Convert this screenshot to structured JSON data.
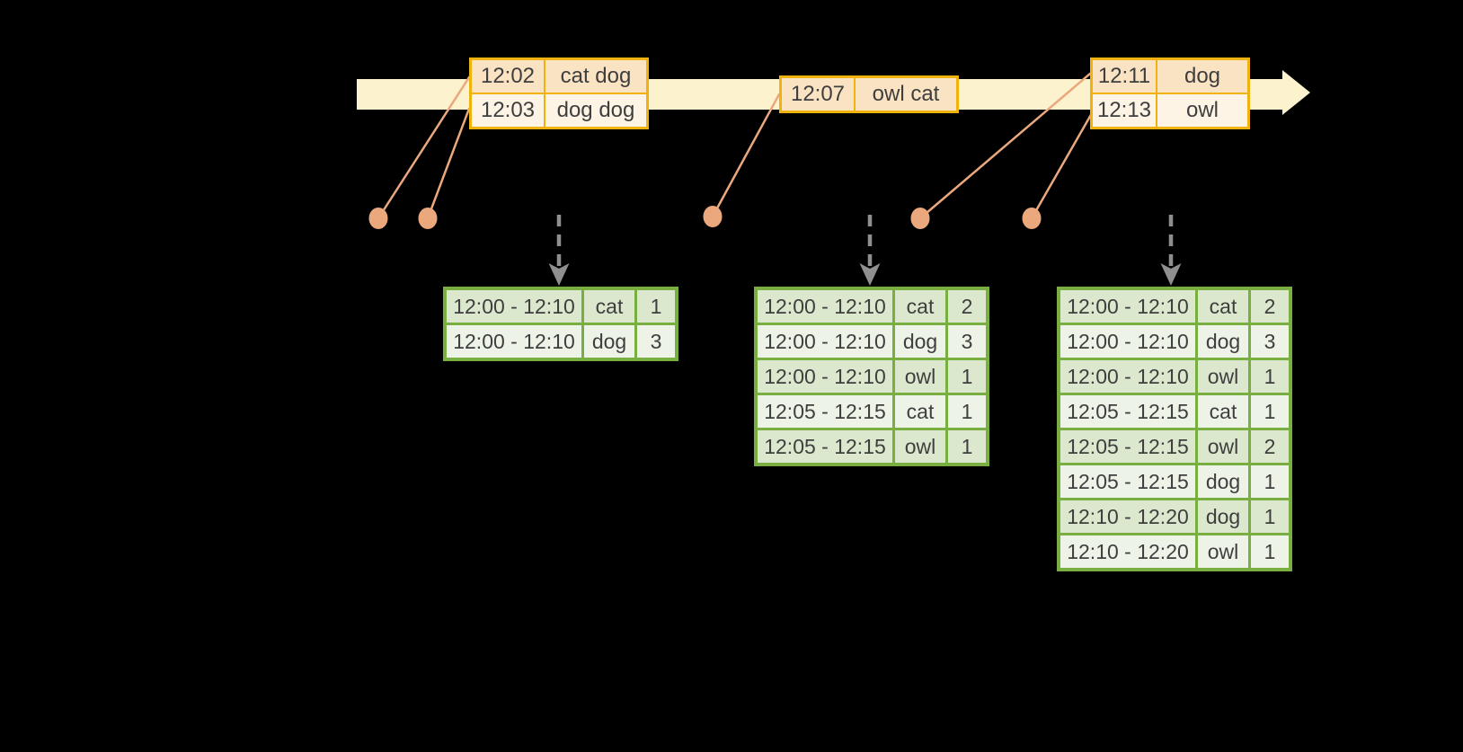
{
  "background_color": "#000000",
  "text_color": "#3E3E3E",
  "timeline": {
    "band_color": "#FCF2CE",
    "event_border_color": "#F0B30E",
    "event_row_colors": [
      "#FAE3C3",
      "#FDF4E5"
    ],
    "event_dot_color": "#EBA87D",
    "event_tables": [
      {
        "rows": [
          [
            "12:02",
            "cat dog"
          ],
          [
            "12:03",
            "dog dog"
          ]
        ]
      },
      {
        "rows": [
          [
            "12:07",
            "owl cat"
          ]
        ]
      },
      {
        "rows": [
          [
            "12:11",
            "dog"
          ],
          [
            "12:13",
            "owl"
          ]
        ]
      }
    ]
  },
  "triggers": {
    "arrow_color": "#8F8F8F"
  },
  "result_tables": {
    "border_color": "#79AE41",
    "row_colors": [
      "#DCE8CD",
      "#EEF3E8"
    ],
    "tables": [
      {
        "rows": [
          [
            "12:00 - 12:10",
            "cat",
            "1"
          ],
          [
            "12:00 - 12:10",
            "dog",
            "3"
          ]
        ]
      },
      {
        "rows": [
          [
            "12:00 - 12:10",
            "cat",
            "2"
          ],
          [
            "12:00 - 12:10",
            "dog",
            "3"
          ],
          [
            "12:00 - 12:10",
            "owl",
            "1"
          ],
          [
            "12:05 - 12:15",
            "cat",
            "1"
          ],
          [
            "12:05 - 12:15",
            "owl",
            "1"
          ]
        ]
      },
      {
        "rows": [
          [
            "12:00 - 12:10",
            "cat",
            "2"
          ],
          [
            "12:00 - 12:10",
            "dog",
            "3"
          ],
          [
            "12:00 - 12:10",
            "owl",
            "1"
          ],
          [
            "12:05 - 12:15",
            "cat",
            "1"
          ],
          [
            "12:05 - 12:15",
            "owl",
            "2"
          ],
          [
            "12:05 - 12:15",
            "dog",
            "1"
          ],
          [
            "12:10 - 12:20",
            "dog",
            "1"
          ],
          [
            "12:10 - 12:20",
            "owl",
            "1"
          ]
        ]
      }
    ]
  }
}
